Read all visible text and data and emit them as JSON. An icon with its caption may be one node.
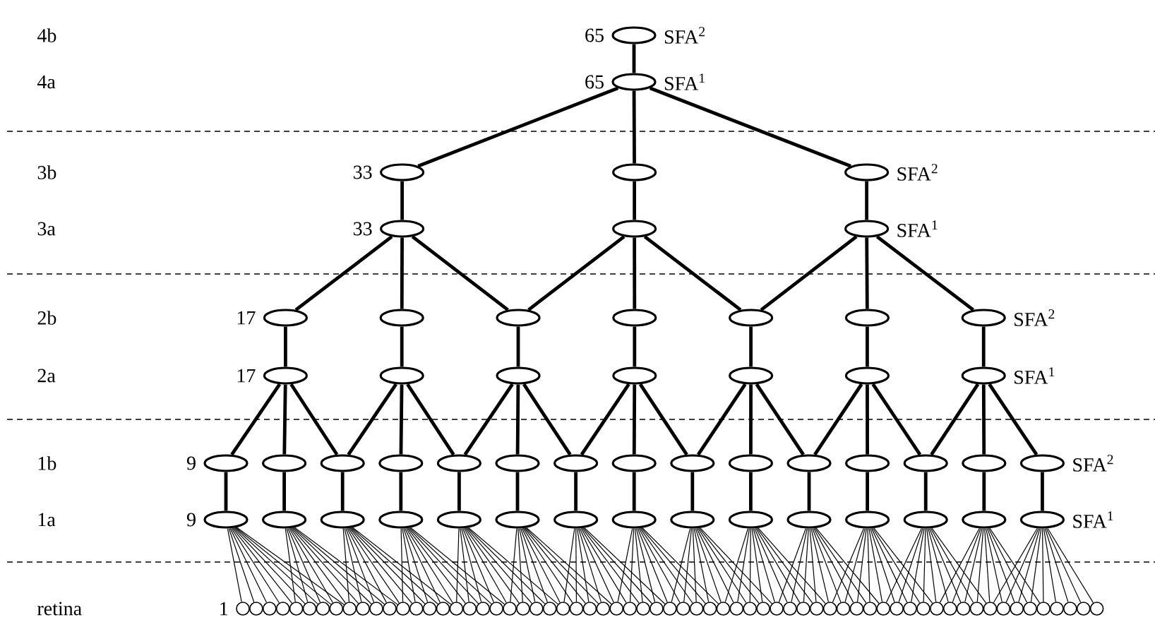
{
  "diagram": {
    "nodes": [
      {
        "text": [],
        "shape": "ellipse",
        "beside": [
          "65",
          "SFA$^{2}$"
        ]
      },
      {
        "text": [],
        "shape": "ellipse",
        "beside": [
          "65",
          "SFA$^{1}$"
        ]
      },
      {
        "text": [],
        "shape": "ellipse",
        "beside": [
          "33"
        ]
      },
      {
        "text": [],
        "shape": "ellipse"
      },
      {
        "text": [],
        "shape": "ellipse",
        "beside": [
          "SFA$^{2}$"
        ]
      },
      {
        "text": [],
        "shape": "ellipse",
        "beside": [
          "33"
        ]
      },
      {
        "text": [],
        "shape": "ellipse"
      },
      {
        "text": [],
        "shape": "ellipse",
        "beside": [
          "SFA$^{1}$"
        ]
      },
      {
        "text": [],
        "shape": "ellipse",
        "beside": [
          "17"
        ]
      },
      {
        "text": [],
        "shape": "ellipse"
      },
      {
        "text": [],
        "shape": "ellipse"
      },
      {
        "text": [],
        "shape": "ellipse"
      },
      {
        "text": [],
        "shape": "ellipse"
      },
      {
        "text": [],
        "shape": "ellipse"
      },
      {
        "text": [],
        "shape": "ellipse",
        "beside": [
          "SFA$^{2}$"
        ]
      },
      {
        "text": [],
        "shape": "ellipse",
        "beside": [
          "17"
        ]
      },
      {
        "text": [],
        "shape": "ellipse"
      },
      {
        "text": [],
        "shape": "ellipse"
      },
      {
        "text": [],
        "shape": "ellipse"
      },
      {
        "text": [],
        "shape": "ellipse"
      },
      {
        "text": [],
        "shape": "ellipse"
      },
      {
        "text": [],
        "shape": "ellipse",
        "beside": [
          "SFA$^{1}$"
        ]
      },
      {
        "text": [],
        "shape": "ellipse",
        "beside": [
          "9"
        ]
      },
      {
        "text": [],
        "shape": "ellipse"
      },
      {
        "text": [],
        "shape": "ellipse"
      },
      {
        "text": [],
        "shape": "ellipse"
      },
      {
        "text": [],
        "shape": "ellipse"
      },
      {
        "text": [],
        "shape": "ellipse"
      },
      {
        "text": [],
        "shape": "ellipse"
      },
      {
        "text": [],
        "shape": "ellipse"
      },
      {
        "text": [],
        "shape": "ellipse"
      },
      {
        "text": [],
        "shape": "ellipse"
      },
      {
        "text": [],
        "shape": "ellipse"
      },
      {
        "text": [],
        "shape": "ellipse"
      },
      {
        "text": [],
        "shape": "ellipse"
      },
      {
        "text": [],
        "shape": "ellipse"
      },
      {
        "text": [],
        "shape": "ellipse",
        "beside": [
          "SFA$^{2}$"
        ]
      },
      {
        "text": [],
        "shape": "ellipse",
        "beside": [
          "9"
        ]
      },
      {
        "text": [],
        "shape": "ellipse"
      },
      {
        "text": [],
        "shape": "ellipse"
      },
      {
        "text": [],
        "shape": "ellipse"
      },
      {
        "text": [],
        "shape": "ellipse"
      },
      {
        "text": [],
        "shape": "ellipse"
      },
      {
        "text": [],
        "shape": "ellipse"
      },
      {
        "text": [],
        "shape": "ellipse"
      },
      {
        "text": [],
        "shape": "ellipse"
      },
      {
        "text": [],
        "shape": "ellipse"
      },
      {
        "text": [],
        "shape": "ellipse"
      },
      {
        "text": [],
        "shape": "ellipse"
      },
      {
        "text": [],
        "shape": "ellipse"
      },
      {
        "text": [],
        "shape": "ellipse"
      },
      {
        "text": [],
        "shape": "ellipse",
        "beside": [
          "SFA$^{1}$"
        ]
      },
      {
        "text": [],
        "shape": "circle",
        "beside": [
          "1"
        ]
      },
      {
        "text": [],
        "shape": "circle"
      },
      {
        "text": [],
        "shape": "circle"
      },
      {
        "text": [],
        "shape": "circle"
      },
      {
        "text": [],
        "shape": "circle"
      },
      {
        "text": [],
        "shape": "circle"
      },
      {
        "text": [],
        "shape": "circle"
      },
      {
        "text": [],
        "shape": "circle"
      },
      {
        "text": [],
        "shape": "circle"
      },
      {
        "text": [],
        "shape": "circle"
      },
      {
        "text": [],
        "shape": "circle"
      },
      {
        "text": [],
        "shape": "circle"
      },
      {
        "text": [],
        "shape": "circle"
      },
      {
        "text": [],
        "shape": "circle"
      },
      {
        "text": [],
        "shape": "circle"
      },
      {
        "text": [],
        "shape": "circle"
      },
      {
        "text": [],
        "shape": "circle"
      },
      {
        "text": [],
        "shape": "circle"
      },
      {
        "text": [],
        "shape": "circle"
      },
      {
        "text": [],
        "shape": "circle"
      },
      {
        "text": [],
        "shape": "circle"
      },
      {
        "text": [],
        "shape": "circle"
      },
      {
        "text": [],
        "shape": "circle"
      },
      {
        "text": [],
        "shape": "circle"
      },
      {
        "text": [],
        "shape": "circle"
      },
      {
        "text": [],
        "shape": "circle"
      },
      {
        "text": [],
        "shape": "circle"
      },
      {
        "text": [],
        "shape": "circle"
      },
      {
        "text": [],
        "shape": "circle"
      },
      {
        "text": [],
        "shape": "circle"
      },
      {
        "text": [],
        "shape": "circle"
      },
      {
        "text": [],
        "shape": "circle"
      },
      {
        "text": [],
        "shape": "circle"
      },
      {
        "text": [],
        "shape": "circle"
      },
      {
        "text": [],
        "shape": "circle"
      },
      {
        "text": [],
        "shape": "circle"
      },
      {
        "text": [],
        "shape": "circle"
      },
      {
        "text": [],
        "shape": "circle"
      },
      {
        "text": [],
        "shape": "circle"
      },
      {
        "text": [],
        "shape": "circle"
      },
      {
        "text": [],
        "shape": "circle"
      },
      {
        "text": [],
        "shape": "circle"
      },
      {
        "text": [],
        "shape": "circle"
      },
      {
        "text": [],
        "shape": "circle"
      },
      {
        "text": [],
        "shape": "circle"
      },
      {
        "text": [],
        "shape": "circle"
      },
      {
        "text": [],
        "shape": "circle"
      },
      {
        "text": [],
        "shape": "circle"
      },
      {
        "text": [],
        "shape": "circle"
      },
      {
        "text": [],
        "shape": "circle"
      },
      {
        "text": [],
        "shape": "circle"
      },
      {
        "text": [],
        "shape": "circle"
      },
      {
        "text": [],
        "shape": "circle"
      },
      {
        "text": [],
        "shape": "circle"
      },
      {
        "text": [],
        "shape": "circle"
      },
      {
        "text": [],
        "shape": "circle"
      },
      {
        "text": [],
        "shape": "circle"
      },
      {
        "text": [],
        "shape": "circle"
      },
      {
        "text": [],
        "shape": "circle"
      },
      {
        "text": [],
        "shape": "circle"
      },
      {
        "text": [],
        "shape": "circle"
      },
      {
        "text": [],
        "shape": "circle"
      },
      {
        "text": [],
        "shape": "circle"
      },
      {
        "text": [],
        "shape": "circle"
      },
      {
        "text": [],
        "shape": "circle"
      }
    ],
    "edges": [
      {
        "from": 0,
        "to": 1,
        "arrow": "none",
        "style": "thick"
      },
      {
        "from": 1,
        "to": 2,
        "arrow": "none",
        "style": "thick"
      },
      {
        "from": 1,
        "to": 3,
        "arrow": "none",
        "style": "thick"
      },
      {
        "from": 1,
        "to": 4,
        "arrow": "none",
        "style": "thick"
      },
      {
        "from": 2,
        "to": 5,
        "arrow": "none",
        "style": "thick"
      },
      {
        "from": 3,
        "to": 6,
        "arrow": "none",
        "style": "thick"
      },
      {
        "from": 4,
        "to": 7,
        "arrow": "none",
        "style": "thick"
      },
      {
        "from": 5,
        "to": 8,
        "arrow": "none",
        "style": "thick"
      },
      {
        "from": 5,
        "to": 9,
        "arrow": "none",
        "style": "thick"
      },
      {
        "from": 5,
        "to": 10,
        "arrow": "none",
        "style": "thick"
      },
      {
        "from": 6,
        "to": 10,
        "arrow": "none",
        "style": "thick"
      },
      {
        "from": 6,
        "to": 11,
        "arrow": "none",
        "style": "thick"
      },
      {
        "from": 6,
        "to": 12,
        "arrow": "none",
        "style": "thick"
      },
      {
        "from": 7,
        "to": 12,
        "arrow": "none",
        "style": "thick"
      },
      {
        "from": 7,
        "to": 13,
        "arrow": "none",
        "style": "thick"
      },
      {
        "from": 7,
        "to": 14,
        "arrow": "none",
        "style": "thick"
      },
      {
        "from": 8,
        "to": 15,
        "arrow": "none",
        "style": "thick"
      },
      {
        "from": 9,
        "to": 16,
        "arrow": "none",
        "style": "thick"
      },
      {
        "from": 10,
        "to": 17,
        "arrow": "none",
        "style": "thick"
      },
      {
        "from": 11,
        "to": 18,
        "arrow": "none",
        "style": "thick"
      },
      {
        "from": 12,
        "to": 19,
        "arrow": "none",
        "style": "thick"
      },
      {
        "from": 13,
        "to": 20,
        "arrow": "none",
        "style": "thick"
      },
      {
        "from": 14,
        "to": 21,
        "arrow": "none",
        "style": "thick"
      },
      {
        "from": 15,
        "to": 22,
        "arrow": "none",
        "style": "thick"
      },
      {
        "from": 15,
        "to": 23,
        "arrow": "none",
        "style": "thick"
      },
      {
        "from": 15,
        "to": 24,
        "arrow": "none",
        "style": "thick"
      },
      {
        "from": 16,
        "to": 24,
        "arrow": "none",
        "style": "thick"
      },
      {
        "from": 16,
        "to": 25,
        "arrow": "none",
        "style": "thick"
      },
      {
        "from": 16,
        "to": 26,
        "arrow": "none",
        "style": "thick"
      },
      {
        "from": 17,
        "to": 26,
        "arrow": "none",
        "style": "thick"
      },
      {
        "from": 17,
        "to": 27,
        "arrow": "none",
        "style": "thick"
      },
      {
        "from": 17,
        "to": 28,
        "arrow": "none",
        "style": "thick"
      },
      {
        "from": 18,
        "to": 28,
        "arrow": "none",
        "style": "thick"
      },
      {
        "from": 18,
        "to": 29,
        "arrow": "none",
        "style": "thick"
      },
      {
        "from": 18,
        "to": 30,
        "arrow": "none",
        "style": "thick"
      },
      {
        "from": 19,
        "to": 30,
        "arrow": "none",
        "style": "thick"
      },
      {
        "from": 19,
        "to": 31,
        "arrow": "none",
        "style": "thick"
      },
      {
        "from": 19,
        "to": 32,
        "arrow": "none",
        "style": "thick"
      },
      {
        "from": 20,
        "to": 32,
        "arrow": "none",
        "style": "thick"
      },
      {
        "from": 20,
        "to": 33,
        "arrow": "none",
        "style": "thick"
      },
      {
        "from": 20,
        "to": 34,
        "arrow": "none",
        "style": "thick"
      },
      {
        "from": 21,
        "to": 34,
        "arrow": "none",
        "style": "thick"
      },
      {
        "from": 21,
        "to": 35,
        "arrow": "none",
        "style": "thick"
      },
      {
        "from": 21,
        "to": 36,
        "arrow": "none",
        "style": "thick"
      },
      {
        "from": 22,
        "to": 37,
        "arrow": "none",
        "style": "thick"
      },
      {
        "from": 23,
        "to": 38,
        "arrow": "none",
        "style": "thick"
      },
      {
        "from": 24,
        "to": 39,
        "arrow": "none",
        "style": "thick"
      },
      {
        "from": 25,
        "to": 40,
        "arrow": "none",
        "style": "thick"
      },
      {
        "from": 26,
        "to": 41,
        "arrow": "none",
        "style": "thick"
      },
      {
        "from": 27,
        "to": 42,
        "arrow": "none",
        "style": "thick"
      },
      {
        "from": 28,
        "to": 43,
        "arrow": "none",
        "style": "thick"
      },
      {
        "from": 29,
        "to": 44,
        "arrow": "none",
        "style": "thick"
      },
      {
        "from": 30,
        "to": 45,
        "arrow": "none",
        "style": "thick"
      },
      {
        "from": 31,
        "to": 46,
        "arrow": "none",
        "style": "thick"
      },
      {
        "from": 32,
        "to": 47,
        "arrow": "none",
        "style": "thick"
      },
      {
        "from": 33,
        "to": 48,
        "arrow": "none",
        "style": "thick"
      },
      {
        "from": 34,
        "to": 49,
        "arrow": "none",
        "style": "thick"
      },
      {
        "from": 35,
        "to": 50,
        "arrow": "none",
        "style": "thick"
      },
      {
        "from": 36,
        "to": 51,
        "arrow": "none",
        "style": "thick"
      },
      {
        "from": 37,
        "to": 52,
        "arrow": "none"
      },
      {
        "from": 37,
        "to": 53,
        "arrow": "none"
      },
      {
        "from": 37,
        "to": 54,
        "arrow": "none"
      },
      {
        "from": 37,
        "to": 55,
        "arrow": "none"
      },
      {
        "from": 37,
        "to": 56,
        "arrow": "none"
      },
      {
        "from": 37,
        "to": 57,
        "arrow": "none"
      },
      {
        "from": 37,
        "to": 58,
        "arrow": "none"
      },
      {
        "from": 37,
        "to": 59,
        "arrow": "none"
      },
      {
        "from": 37,
        "to": 60,
        "arrow": "none"
      },
      {
        "from": 38,
        "to": 56,
        "arrow": "none"
      },
      {
        "from": 38,
        "to": 57,
        "arrow": "none"
      },
      {
        "from": 38,
        "to": 58,
        "arrow": "none"
      },
      {
        "from": 38,
        "to": 59,
        "arrow": "none"
      },
      {
        "from": 38,
        "to": 60,
        "arrow": "none"
      },
      {
        "from": 38,
        "to": 61,
        "arrow": "none"
      },
      {
        "from": 38,
        "to": 62,
        "arrow": "none"
      },
      {
        "from": 38,
        "to": 63,
        "arrow": "none"
      },
      {
        "from": 38,
        "to": 64,
        "arrow": "none"
      },
      {
        "from": 39,
        "to": 60,
        "arrow": "none"
      },
      {
        "from": 39,
        "to": 61,
        "arrow": "none"
      },
      {
        "from": 39,
        "to": 62,
        "arrow": "none"
      },
      {
        "from": 39,
        "to": 63,
        "arrow": "none"
      },
      {
        "from": 39,
        "to": 64,
        "arrow": "none"
      },
      {
        "from": 39,
        "to": 65,
        "arrow": "none"
      },
      {
        "from": 39,
        "to": 66,
        "arrow": "none"
      },
      {
        "from": 39,
        "to": 67,
        "arrow": "none"
      },
      {
        "from": 39,
        "to": 68,
        "arrow": "none"
      },
      {
        "from": 40,
        "to": 64,
        "arrow": "none"
      },
      {
        "from": 40,
        "to": 65,
        "arrow": "none"
      },
      {
        "from": 40,
        "to": 66,
        "arrow": "none"
      },
      {
        "from": 40,
        "to": 67,
        "arrow": "none"
      },
      {
        "from": 40,
        "to": 68,
        "arrow": "none"
      },
      {
        "from": 40,
        "to": 69,
        "arrow": "none"
      },
      {
        "from": 40,
        "to": 70,
        "arrow": "none"
      },
      {
        "from": 40,
        "to": 71,
        "arrow": "none"
      },
      {
        "from": 40,
        "to": 72,
        "arrow": "none"
      },
      {
        "from": 41,
        "to": 68,
        "arrow": "none"
      },
      {
        "from": 41,
        "to": 69,
        "arrow": "none"
      },
      {
        "from": 41,
        "to": 70,
        "arrow": "none"
      },
      {
        "from": 41,
        "to": 71,
        "arrow": "none"
      },
      {
        "from": 41,
        "to": 72,
        "arrow": "none"
      },
      {
        "from": 41,
        "to": 73,
        "arrow": "none"
      },
      {
        "from": 41,
        "to": 74,
        "arrow": "none"
      },
      {
        "from": 41,
        "to": 75,
        "arrow": "none"
      },
      {
        "from": 41,
        "to": 76,
        "arrow": "none"
      },
      {
        "from": 42,
        "to": 72,
        "arrow": "none"
      },
      {
        "from": 42,
        "to": 73,
        "arrow": "none"
      },
      {
        "from": 42,
        "to": 74,
        "arrow": "none"
      },
      {
        "from": 42,
        "to": 75,
        "arrow": "none"
      },
      {
        "from": 42,
        "to": 76,
        "arrow": "none"
      },
      {
        "from": 42,
        "to": 77,
        "arrow": "none"
      },
      {
        "from": 42,
        "to": 78,
        "arrow": "none"
      },
      {
        "from": 42,
        "to": 79,
        "arrow": "none"
      },
      {
        "from": 42,
        "to": 80,
        "arrow": "none"
      },
      {
        "from": 43,
        "to": 76,
        "arrow": "none"
      },
      {
        "from": 43,
        "to": 77,
        "arrow": "none"
      },
      {
        "from": 43,
        "to": 78,
        "arrow": "none"
      },
      {
        "from": 43,
        "to": 79,
        "arrow": "none"
      },
      {
        "from": 43,
        "to": 80,
        "arrow": "none"
      },
      {
        "from": 43,
        "to": 81,
        "arrow": "none"
      },
      {
        "from": 43,
        "to": 82,
        "arrow": "none"
      },
      {
        "from": 43,
        "to": 83,
        "arrow": "none"
      },
      {
        "from": 43,
        "to": 84,
        "arrow": "none"
      },
      {
        "from": 44,
        "to": 80,
        "arrow": "none"
      },
      {
        "from": 44,
        "to": 81,
        "arrow": "none"
      },
      {
        "from": 44,
        "to": 82,
        "arrow": "none"
      },
      {
        "from": 44,
        "to": 83,
        "arrow": "none"
      },
      {
        "from": 44,
        "to": 84,
        "arrow": "none"
      },
      {
        "from": 44,
        "to": 85,
        "arrow": "none"
      },
      {
        "from": 44,
        "to": 86,
        "arrow": "none"
      },
      {
        "from": 44,
        "to": 87,
        "arrow": "none"
      },
      {
        "from": 44,
        "to": 88,
        "arrow": "none"
      },
      {
        "from": 45,
        "to": 84,
        "arrow": "none"
      },
      {
        "from": 45,
        "to": 85,
        "arrow": "none"
      },
      {
        "from": 45,
        "to": 86,
        "arrow": "none"
      },
      {
        "from": 45,
        "to": 87,
        "arrow": "none"
      },
      {
        "from": 45,
        "to": 88,
        "arrow": "none"
      },
      {
        "from": 45,
        "to": 89,
        "arrow": "none"
      },
      {
        "from": 45,
        "to": 90,
        "arrow": "none"
      },
      {
        "from": 45,
        "to": 91,
        "arrow": "none"
      },
      {
        "from": 45,
        "to": 92,
        "arrow": "none"
      },
      {
        "from": 46,
        "to": 88,
        "arrow": "none"
      },
      {
        "from": 46,
        "to": 89,
        "arrow": "none"
      },
      {
        "from": 46,
        "to": 90,
        "arrow": "none"
      },
      {
        "from": 46,
        "to": 91,
        "arrow": "none"
      },
      {
        "from": 46,
        "to": 92,
        "arrow": "none"
      },
      {
        "from": 46,
        "to": 93,
        "arrow": "none"
      },
      {
        "from": 46,
        "to": 94,
        "arrow": "none"
      },
      {
        "from": 46,
        "to": 95,
        "arrow": "none"
      },
      {
        "from": 46,
        "to": 96,
        "arrow": "none"
      },
      {
        "from": 47,
        "to": 92,
        "arrow": "none"
      },
      {
        "from": 47,
        "to": 93,
        "arrow": "none"
      },
      {
        "from": 47,
        "to": 94,
        "arrow": "none"
      },
      {
        "from": 47,
        "to": 95,
        "arrow": "none"
      },
      {
        "from": 47,
        "to": 96,
        "arrow": "none"
      },
      {
        "from": 47,
        "to": 97,
        "arrow": "none"
      },
      {
        "from": 47,
        "to": 98,
        "arrow": "none"
      },
      {
        "from": 47,
        "to": 99,
        "arrow": "none"
      },
      {
        "from": 47,
        "to": 100,
        "arrow": "none"
      },
      {
        "from": 48,
        "to": 96,
        "arrow": "none"
      },
      {
        "from": 48,
        "to": 97,
        "arrow": "none"
      },
      {
        "from": 48,
        "to": 98,
        "arrow": "none"
      },
      {
        "from": 48,
        "to": 99,
        "arrow": "none"
      },
      {
        "from": 48,
        "to": 100,
        "arrow": "none"
      },
      {
        "from": 48,
        "to": 101,
        "arrow": "none"
      },
      {
        "from": 48,
        "to": 102,
        "arrow": "none"
      },
      {
        "from": 48,
        "to": 103,
        "arrow": "none"
      },
      {
        "from": 48,
        "to": 104,
        "arrow": "none"
      },
      {
        "from": 49,
        "to": 100,
        "arrow": "none"
      },
      {
        "from": 49,
        "to": 101,
        "arrow": "none"
      },
      {
        "from": 49,
        "to": 102,
        "arrow": "none"
      },
      {
        "from": 49,
        "to": 103,
        "arrow": "none"
      },
      {
        "from": 49,
        "to": 104,
        "arrow": "none"
      },
      {
        "from": 49,
        "to": 105,
        "arrow": "none"
      },
      {
        "from": 49,
        "to": 106,
        "arrow": "none"
      },
      {
        "from": 49,
        "to": 107,
        "arrow": "none"
      },
      {
        "from": 49,
        "to": 108,
        "arrow": "none"
      },
      {
        "from": 50,
        "to": 104,
        "arrow": "none"
      },
      {
        "from": 50,
        "to": 105,
        "arrow": "none"
      },
      {
        "from": 50,
        "to": 106,
        "arrow": "none"
      },
      {
        "from": 50,
        "to": 107,
        "arrow": "none"
      },
      {
        "from": 50,
        "to": 108,
        "arrow": "none"
      },
      {
        "from": 50,
        "to": 109,
        "arrow": "none"
      },
      {
        "from": 50,
        "to": 110,
        "arrow": "none"
      },
      {
        "from": 50,
        "to": 111,
        "arrow": "none"
      },
      {
        "from": 50,
        "to": 112,
        "arrow": "none"
      },
      {
        "from": 51,
        "to": 108,
        "arrow": "none"
      },
      {
        "from": 51,
        "to": 109,
        "arrow": "none"
      },
      {
        "from": 51,
        "to": 110,
        "arrow": "none"
      },
      {
        "from": 51,
        "to": 111,
        "arrow": "none"
      },
      {
        "from": 51,
        "to": 112,
        "arrow": "none"
      },
      {
        "from": 51,
        "to": 113,
        "arrow": "none"
      },
      {
        "from": 51,
        "to": 114,
        "arrow": "none"
      },
      {
        "from": 51,
        "to": 115,
        "arrow": "none"
      },
      {
        "from": 51,
        "to": 116,
        "arrow": "none"
      }
    ],
    "labels": [
      "4b",
      "4a",
      "3b",
      "3a",
      "2b",
      "2a",
      "1b",
      "1a",
      "retina"
    ]
  }
}
